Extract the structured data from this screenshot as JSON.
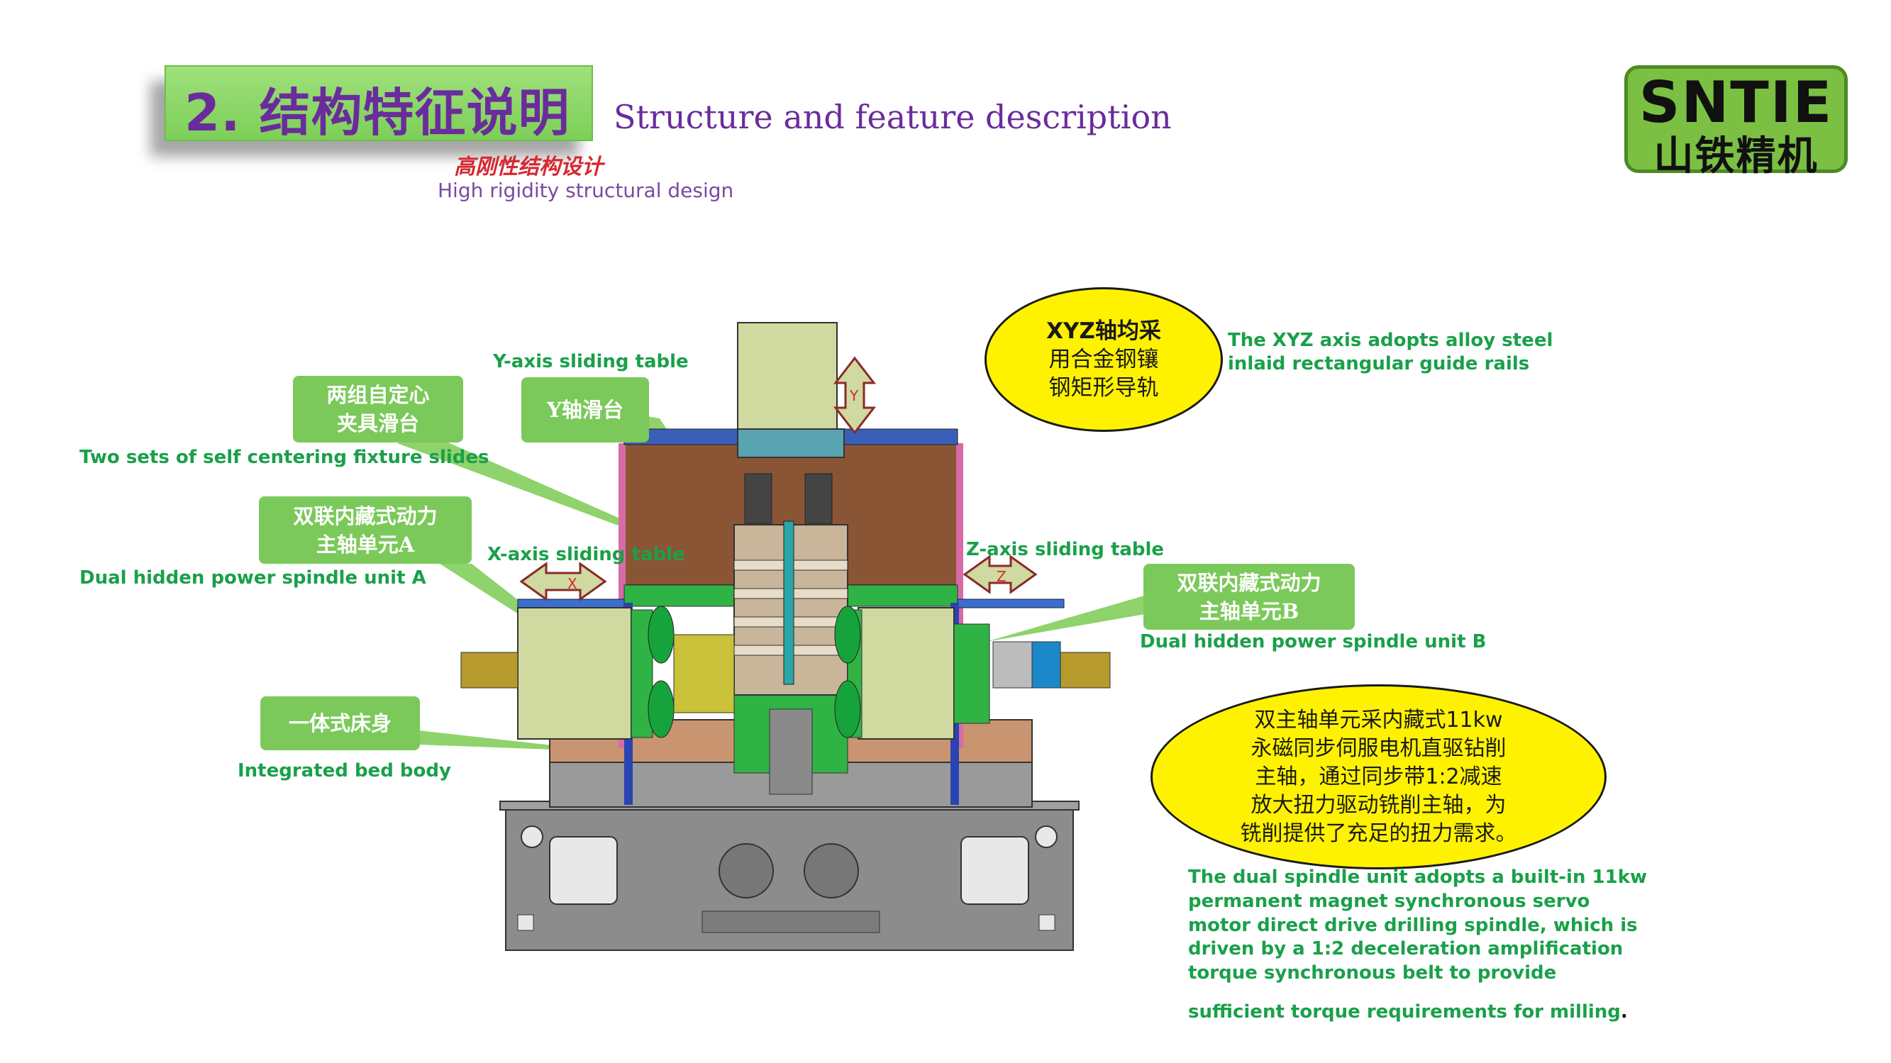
{
  "header": {
    "title_zh": "2. 结构特征说明",
    "title_en": "Structure and feature description",
    "subtitle_zh": "高刚性结构设计",
    "subtitle_en": "High rigidity structural design"
  },
  "logo": {
    "brand_en": "SNTIE",
    "brand_zh": "山铁精机"
  },
  "callouts": {
    "y_table_en": "Y-axis sliding table",
    "y_table_zh": "Y轴滑台",
    "fixture_zh_1": "两组自定心",
    "fixture_zh_2": "夹具滑台",
    "fixture_en": "Two sets of self centering fixture slides",
    "spindle_a_zh_1": "双联内藏式动力",
    "spindle_a_zh_2": "主轴单元A",
    "spindle_a_en": "Dual hidden power spindle unit A",
    "x_table_en": "X-axis sliding table",
    "z_table_en": "Z-axis sliding table",
    "spindle_b_zh_1": "双联内藏式动力",
    "spindle_b_zh_2": "主轴单元B",
    "spindle_b_en": "Dual hidden power spindle unit B",
    "bed_zh": "一体式床身",
    "bed_en": "Integrated bed body",
    "xyz_zh_1": "XYZ轴均采",
    "xyz_zh_2": "用合金钢镶",
    "xyz_zh_3": "钢矩形导轨",
    "xyz_en_1": "The XYZ axis adopts alloy steel",
    "xyz_en_2": "inlaid rectangular guide rails",
    "motor_zh_1": "双主轴单元采内藏式11kw",
    "motor_zh_2": "永磁同步伺服电机直驱钻削",
    "motor_zh_3": "主轴，通过同步带1:2减速",
    "motor_zh_4": "放大扭力驱动铣削主轴，为",
    "motor_zh_5": "铣削提供了充足的扭力需求。",
    "motor_en_1": "The dual spindle unit adopts a built-in 11kw",
    "motor_en_2": "permanent magnet synchronous servo",
    "motor_en_3": "motor direct drive drilling spindle, which is",
    "motor_en_4": "driven by a 1:2 deceleration amplification",
    "motor_en_5": "torque synchronous belt to provide",
    "motor_en_6": "sufficient torque requirements for milling",
    "motor_en_end": "."
  },
  "axis_marks": {
    "y": "Y",
    "x": "X",
    "z": "Z"
  },
  "colors": {
    "title_purple": "#6a2c9c",
    "callout_green": "#7bc95a",
    "label_green": "#1aa04a",
    "highlight_yellow": "#fff200",
    "frame_brown": "#8a5535",
    "housing_khaki": "#cfd9a0",
    "bed_gray": "#8c8c8c"
  }
}
